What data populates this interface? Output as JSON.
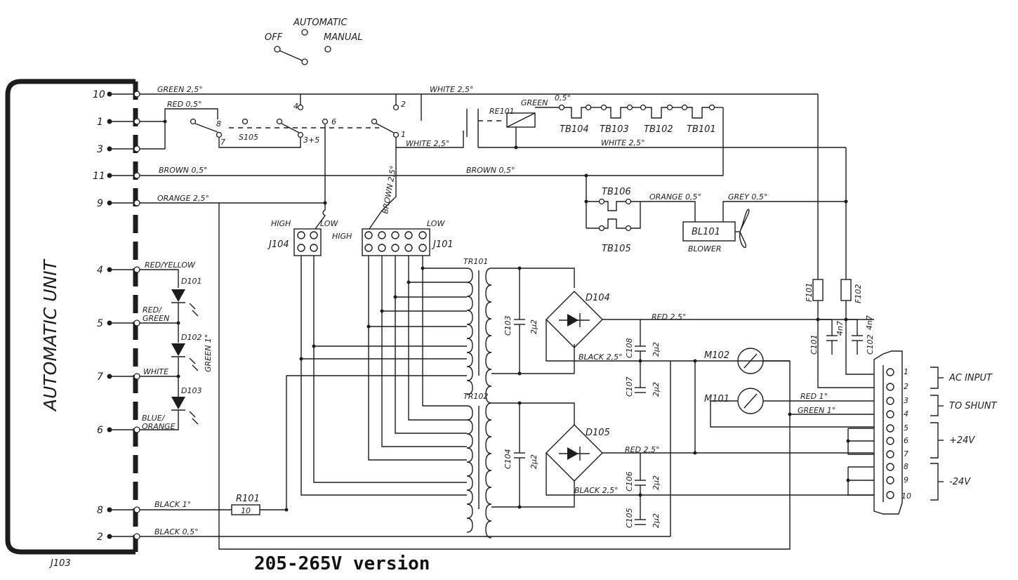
{
  "caption": "205-265V version",
  "switch": {
    "off": "OFF",
    "automatic": "AUTOMATIC",
    "manual": "MANUAL"
  },
  "unit": {
    "name": "AUTOMATIC UNIT",
    "connector": "J103"
  },
  "pins": [
    {
      "num": "10",
      "wire": "GREEN 2,5°"
    },
    {
      "num": "1",
      "wire": "RED 0,5°"
    },
    {
      "num": "3",
      "wire": ""
    },
    {
      "num": "11",
      "wire": "BROWN 0,5°"
    },
    {
      "num": "9",
      "wire": "ORANGE 2,5°"
    },
    {
      "num": "4",
      "wire": "RED/YELLOW"
    },
    {
      "num": "5",
      "wire": "RED/ GREEN"
    },
    {
      "num": "7",
      "wire": "WHITE"
    },
    {
      "num": "6",
      "wire": "BLUE/ ORANGE"
    },
    {
      "num": "8",
      "wire": "BLACK 1°"
    },
    {
      "num": "2",
      "wire": "BLACK 0,5°"
    }
  ],
  "selector": {
    "name": "S105",
    "contacts": [
      "8",
      "7",
      "4",
      "3+5",
      "6",
      "2",
      "1"
    ]
  },
  "wires": {
    "white_top": "WHITE 2,5°",
    "white_mid": "WHITE 2,5°",
    "white_right": "WHITE 2,5°",
    "green_relay": "GREEN",
    "relay_gauge": "0,5°",
    "brown_long": "BROWN 0,5°",
    "brown_vert": "BROWN 2,5°",
    "orange_right": "ORANGE 0,5°",
    "grey": "GREY 0,5°",
    "green_led": "GREEN 1°",
    "red_1": "RED 2,5°",
    "black_1": "BLACK 2,5°",
    "red_2": "RED 2,5°",
    "black_2": "BLACK 2,5°",
    "red_m": "RED 1°",
    "green_m": "GREEN 1°"
  },
  "relay": "RE101",
  "breakers": [
    "TB104",
    "TB103",
    "TB102",
    "TB101"
  ],
  "breakers_b": [
    "TB106",
    "TB105"
  ],
  "blower": {
    "name": "BL101",
    "label": "BLOWER"
  },
  "j104": {
    "name": "J104",
    "high": "HIGH",
    "low": "LOW"
  },
  "j101": {
    "name": "J101",
    "high": "HIGH",
    "low": "LOW"
  },
  "transformers": [
    "TR101",
    "TR102"
  ],
  "caps": [
    {
      "name": "C103",
      "value": "2μ2"
    },
    {
      "name": "C104",
      "value": "2μ2"
    },
    {
      "name": "C108",
      "value": "2μ2"
    },
    {
      "name": "C107",
      "value": "2μ2"
    },
    {
      "name": "C106",
      "value": "2μ2"
    },
    {
      "name": "C105",
      "value": "2μ2"
    },
    {
      "name": "C101",
      "value": "4n7"
    },
    {
      "name": "C102",
      "value": "4n7"
    }
  ],
  "diodes": [
    "D104",
    "D105"
  ],
  "leds": [
    "D101",
    "D102",
    "D103"
  ],
  "meters": [
    "M102",
    "M101"
  ],
  "resistor": {
    "name": "R101",
    "value": "10"
  },
  "fuses": [
    "F101",
    "F102"
  ],
  "terminal": {
    "pins": [
      "1",
      "2",
      "3",
      "4",
      "5",
      "6",
      "7",
      "8",
      "9",
      "10"
    ],
    "groups": [
      "AC INPUT",
      "TO SHUNT",
      "+24V",
      "-24V"
    ]
  }
}
